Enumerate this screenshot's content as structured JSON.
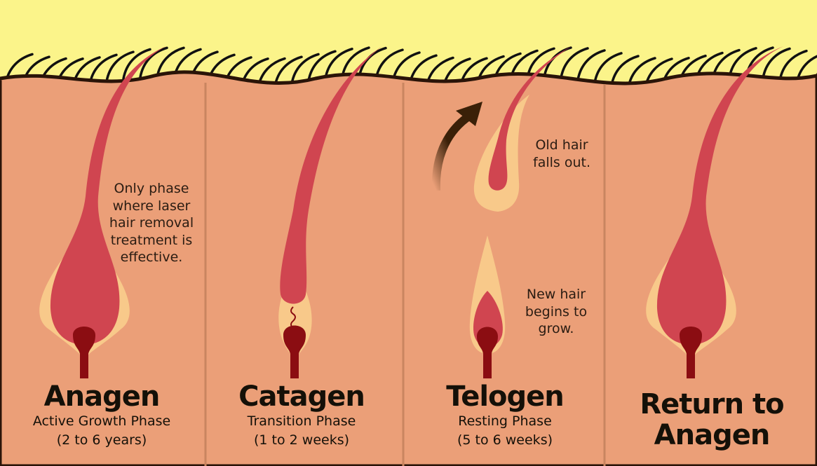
{
  "colors": {
    "sky": "#fbf48a",
    "skin": "#eb9f78",
    "hair": "#d04550",
    "papilla": "#8b0d12",
    "sheath": "#f8c98a",
    "divider": "#c98560",
    "outline": "#2a1408"
  },
  "phases": [
    {
      "name": "Anagen",
      "subtitle": "Active Growth Phase",
      "duration": "(2 to 6 years)"
    },
    {
      "name": "Catagen",
      "subtitle": "Transition Phase",
      "duration": "(1 to 2 weeks)"
    },
    {
      "name": "Telogen",
      "subtitle": "Resting Phase",
      "duration": "(5 to 6 weeks)"
    },
    {
      "name_line1": "Return to",
      "name_line2": "Anagen"
    }
  ],
  "notes": {
    "anagen": [
      "Only phase",
      "where laser",
      "hair removal",
      "treatment is",
      "effective."
    ],
    "old_hair": [
      "Old hair",
      "falls out."
    ],
    "new_hair": [
      "New hair",
      "begins to",
      "grow."
    ]
  }
}
